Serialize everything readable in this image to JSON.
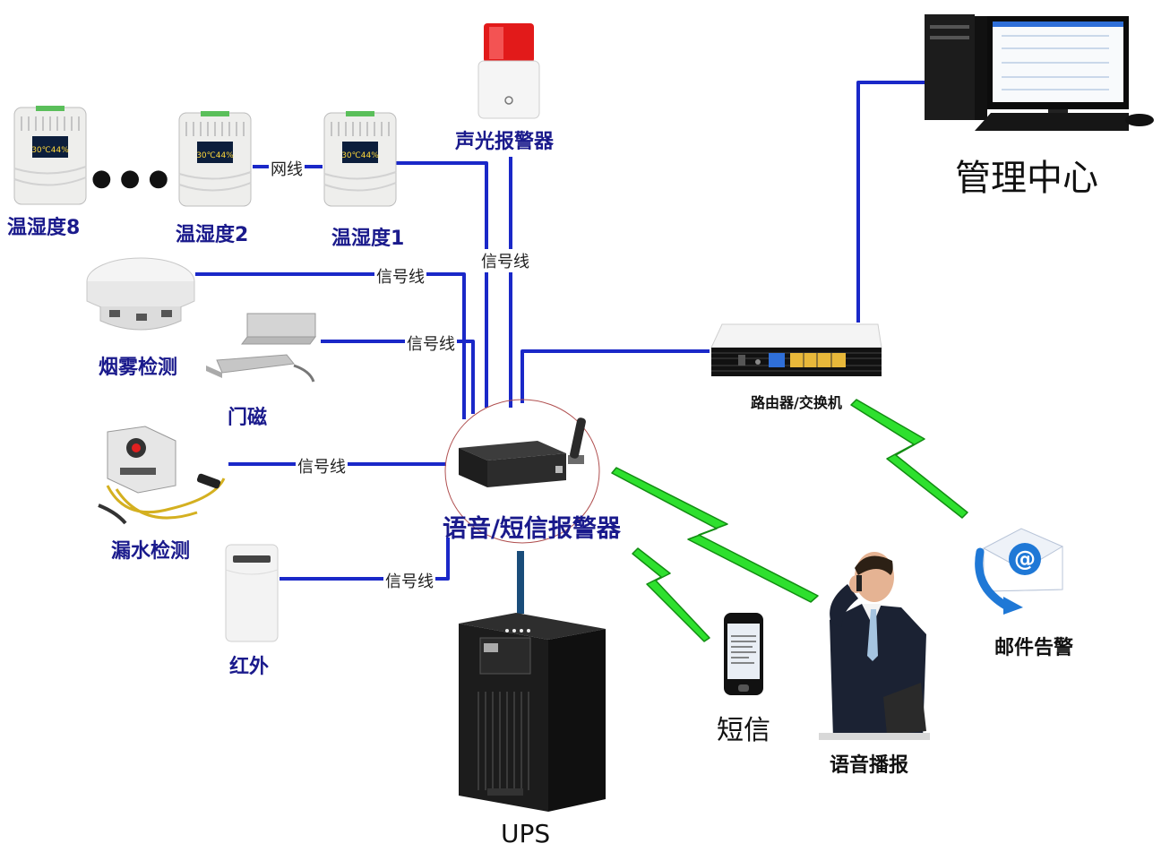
{
  "labels": {
    "temp8": "温湿度8",
    "temp2": "温湿度2",
    "temp1": "温湿度1",
    "dots": "● ● ●",
    "siren": "声光报警器",
    "smoke": "烟雾检测",
    "door": "门磁",
    "leak": "漏水检测",
    "infrared": "红外",
    "alarm": "语音/短信报警器",
    "ups": "UPS",
    "router": "路由器/交换机",
    "center": "管理中心",
    "sms": "短信",
    "voice": "语音播报",
    "email": "邮件告警"
  },
  "wire_labels": {
    "network": "网线",
    "signal": "信号线"
  },
  "device_text": {
    "temp_reading": "30℃44%",
    "email_at": "@"
  },
  "icons": [
    "temp-humidity-sensor-icon",
    "siren-icon",
    "smoke-detector-icon",
    "door-magnet-icon",
    "water-leak-detector-icon",
    "infrared-sensor-icon",
    "gsm-alarm-box-icon",
    "ups-icon",
    "router-icon",
    "desktop-computer-icon",
    "mobile-phone-icon",
    "businessman-phone-icon",
    "email-icon",
    "wireless-signal-icon"
  ],
  "colors": {
    "wire": "#1a28c8",
    "wireless": "#2ee02e",
    "label": "#1a1a8c"
  }
}
